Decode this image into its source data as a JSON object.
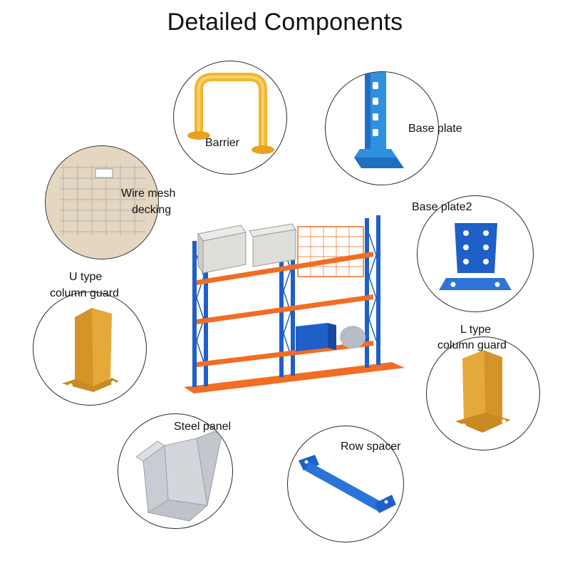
{
  "title": "Detailed Components",
  "components": {
    "barrier": "Barrier",
    "base_plate": "Base plate",
    "wire_mesh_decking": [
      "Wire mesh",
      "decking"
    ],
    "base_plate2": "Base plate2",
    "u_type_column_guard": [
      "U type",
      "column guard"
    ],
    "l_type_column_guard": [
      "L type",
      "column guard"
    ],
    "steel_panel": "Steel panel",
    "row_spacer": "Row spacer"
  },
  "colors": {
    "upright_blue": "#1f5fc8",
    "beam_orange": "#f26d21",
    "barrier_yellow": "#f3b52e",
    "guard_gold": "#e5a93a",
    "steel_grey": "#c9cdd3",
    "outline": "#2a2a2a"
  }
}
